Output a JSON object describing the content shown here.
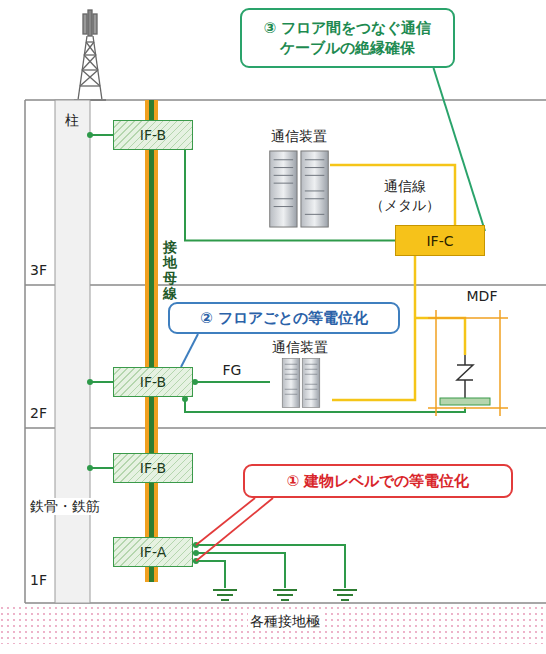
{
  "diagram": {
    "nodes": [
      {
        "text": [
          "③ フロア間をつなぐ通信 ケーブルの絶縁確保"
        ]
      },
      {
        "text": [
          "IF-B"
        ]
      },
      {
        "text": [
          "IF-C"
        ]
      },
      {
        "text": [
          "② フロアごとの等電位化"
        ]
      },
      {
        "text": [
          "IF-B"
        ]
      },
      {
        "text": [
          "IF-B"
        ]
      },
      {
        "text": [
          "① 建物レベルでの等電位化"
        ]
      },
      {
        "text": [
          "IF-A"
        ]
      }
    ],
    "edges": [
      {
        "from": 1,
        "to": 2,
        "arrow": "none"
      },
      {
        "from": 0,
        "to": 2,
        "arrow": "none"
      },
      {
        "from": 3,
        "to": 4,
        "arrow": "none"
      },
      {
        "from": 6,
        "to": 7,
        "arrow": "none"
      },
      {
        "from": 6,
        "to": 7,
        "arrow": "none"
      }
    ],
    "labels": [
      "柱",
      "通信装置",
      "通信線",
      "（メタル）",
      "接地母線",
      "3F",
      "通信装置",
      "FG",
      "MDF",
      "2F",
      "鉄骨・鉄筋",
      "1F",
      "各種接地極"
    ]
  }
}
